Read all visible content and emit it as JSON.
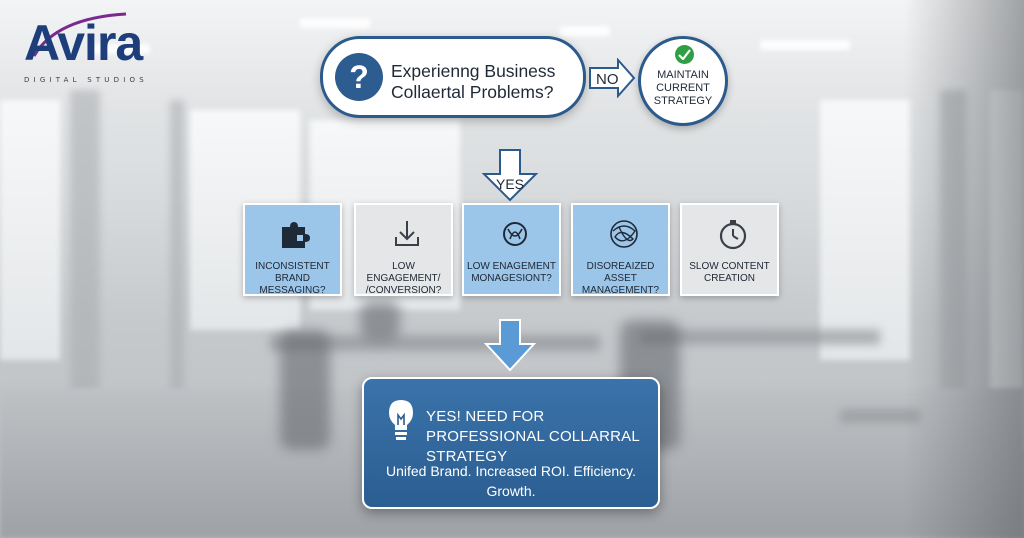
{
  "logo": {
    "name": "Avira",
    "subtitle": "DIGITAL STUDIOS",
    "colors": {
      "primary": "#1d3e7a",
      "accent": "#7a2a8f"
    }
  },
  "question": {
    "icon": "question-icon",
    "badge": "?",
    "text": "Experienng Business Collaertal Problems?"
  },
  "no_branch": {
    "label": "NO",
    "result": "MAINTAIN CURRENT STRATEGY",
    "icon": "check-icon"
  },
  "yes_branch": {
    "label": "YES"
  },
  "problems": [
    {
      "icon": "puzzle-icon",
      "label": "INCONSISTENT BRAND MESSAGING?",
      "style": "blue"
    },
    {
      "icon": "download-arrow-icon",
      "label": "LOW ENGAGEMENT/ /CONVERSION?",
      "style": "grey"
    },
    {
      "icon": "tangled-icon",
      "label": "LOW ENAGEMENT MONAGESIONT?",
      "style": "blue"
    },
    {
      "icon": "scribble-ball-icon",
      "label": "DISOREAIZED ASSET MANAGEMENT?",
      "style": "blue"
    },
    {
      "icon": "stopwatch-icon",
      "label": "SLOW CONTENT CREATION",
      "style": "grey"
    }
  ],
  "solution": {
    "icon": "lightbulb-icon",
    "title": "YES! NEED FOR PROFESSIONAL COLLARRAL STRATEGY",
    "body": "Unifed Brand. Increased ROI. Efficiency. Growth."
  },
  "colors": {
    "primary_blue": "#2b5a8c",
    "card_blue": "#9cc5ea",
    "card_grey": "#e4e6e8",
    "check_green": "#2f9e44"
  }
}
